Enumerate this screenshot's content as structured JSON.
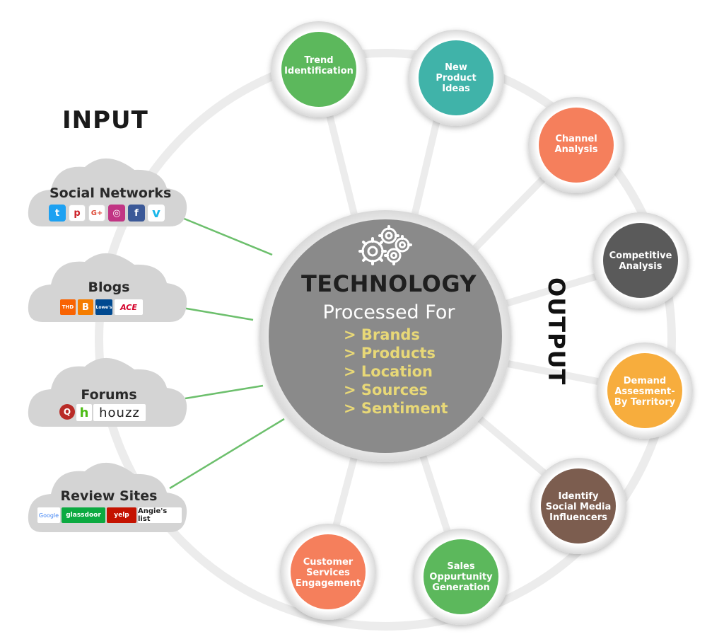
{
  "input": {
    "title": "INPUT",
    "sources": [
      {
        "label": "Social Networks",
        "icons": [
          "twitter-icon",
          "pinterest-icon",
          "google-plus-icon",
          "instagram-icon",
          "facebook-icon",
          "vimeo-icon"
        ]
      },
      {
        "label": "Blogs",
        "logos": [
          "The Home Depot",
          "Blogger",
          "Lowe's",
          "ACE Hardware"
        ]
      },
      {
        "label": "Forums",
        "logos": [
          "Quora",
          "houzz"
        ]
      },
      {
        "label": "Review Sites",
        "logos": [
          "Google",
          "glassdoor",
          "yelp",
          "Angie's list"
        ]
      }
    ]
  },
  "center": {
    "title": "TECHNOLOGY",
    "subtitle": "Processed For",
    "items": [
      "> Brands",
      "> Products",
      "> Location",
      "> Sources",
      "> Sentiment"
    ]
  },
  "output": {
    "title": "OUTPUT",
    "nodes": [
      {
        "lines": [
          "Trend",
          "Identification"
        ],
        "color": "#5cb85c"
      },
      {
        "lines": [
          "New",
          "Product",
          "Ideas"
        ],
        "color": "#3fb3a9"
      },
      {
        "lines": [
          "Channel",
          "Analysis"
        ],
        "color": "#f57f5b"
      },
      {
        "lines": [
          "Competitive",
          "Analysis"
        ],
        "color": "#5a5a5a"
      },
      {
        "lines": [
          "Demand",
          "Assesment-",
          "By Territory"
        ],
        "color": "#f7ad3e"
      },
      {
        "lines": [
          "Identify",
          "Social Media",
          "Influencers"
        ],
        "color": "#7b5d50"
      },
      {
        "lines": [
          "Sales",
          "Oppurtunity",
          "Generation"
        ],
        "color": "#5cb85c"
      },
      {
        "lines": [
          "Customer",
          "Services",
          "Engagement"
        ],
        "color": "#f57f5b"
      }
    ]
  },
  "colors": {
    "connector": "#6cbf6c",
    "cloud": "#d4d4d4",
    "center_fill": "#8a8a8a",
    "center_items": "#e8d877"
  }
}
